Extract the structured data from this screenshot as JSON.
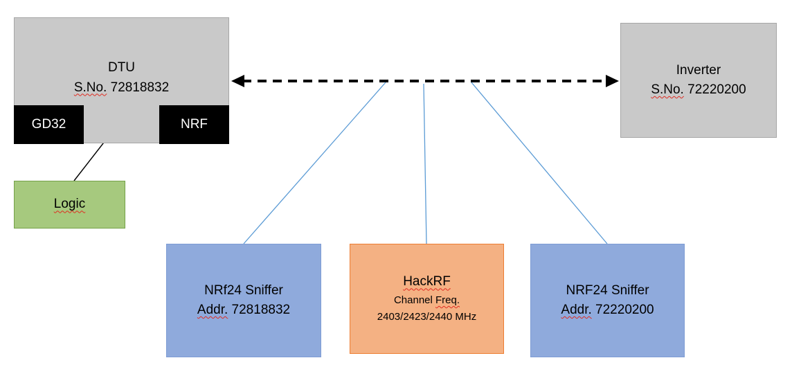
{
  "nodes": {
    "dtu": {
      "name": "DTU",
      "serial_prefix": "S.No.",
      "serial_number": "72818832"
    },
    "gd32": {
      "label": "GD32"
    },
    "nrf": {
      "label": "NRF"
    },
    "logic": {
      "label": "Logic"
    },
    "inverter": {
      "name": "Inverter",
      "serial_prefix": "S.No.",
      "serial_number": "72220200"
    },
    "sniffer_left": {
      "name": "NRf24 Sniffer",
      "addr_prefix": "Addr.",
      "address": "72818832"
    },
    "hackrf": {
      "name": "HackRF",
      "channel_word": "Channel",
      "freq_word": "Freq.",
      "frequencies": "2403/2423/2440 MHz"
    },
    "sniffer_right": {
      "name": "NRF24 Sniffer",
      "addr_prefix": "Addr.",
      "address": "72220200"
    }
  },
  "colors": {
    "gray_fill": "#c9c9c9",
    "gray_border": "#a6a6a6",
    "black_fill": "#000000",
    "green_fill": "#a6c97e",
    "green_border": "#74a148",
    "blue_fill": "#8faadc",
    "orange_fill": "#f4b183",
    "orange_border": "#ed7d31",
    "connector_blue": "#5b9bd5",
    "arrow_black": "#000000",
    "spellcheck_red": "#e02b20"
  }
}
